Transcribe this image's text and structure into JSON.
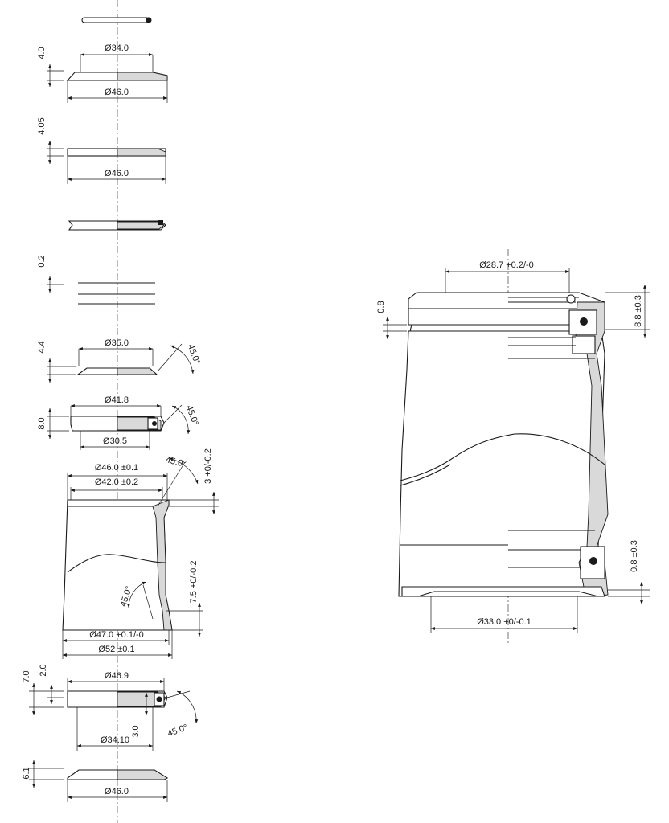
{
  "dimensions": {
    "top_cover_height": "4.0",
    "top_cover_inner_dia": "Ø34.0",
    "top_cover_outer_dia": "Ø46.0",
    "spacer_height": "4.05",
    "spacer_dia": "Ø46.0",
    "shim_height": "0.2",
    "upper_race_height": "4.4",
    "upper_race_dia": "Ø35.0",
    "upper_race_angle": "45.0°",
    "upper_bearing_dia": "Ø41.8",
    "upper_bearing_height": "8.0",
    "upper_bearing_angle": "45.0°",
    "upper_bearing_inner": "Ø30.5",
    "cup_dia_1": "Ø46.0 ±0.1",
    "cup_dia_2": "Ø42.0 ±0.2",
    "cup_angle_top": "45.0°",
    "cup_depth_top": "3 +0/-0.2",
    "cup_depth_bottom": "7.5 +0/-0.2",
    "cup_angle_bottom": "45.0°",
    "cup_dia_3": "Ø47.0 +0.1/-0",
    "cup_dia_4": "Ø52 ±0.1",
    "lower_bearing_total": "7.0",
    "lower_bearing_offset": "2.0",
    "lower_bearing_dia": "Ø46.9",
    "lower_bearing_inner_h": "3.0",
    "lower_bearing_inner_dia": "Ø34.10",
    "lower_bearing_angle": "45.0°",
    "crown_race_height": "6.1",
    "crown_race_dia": "Ø46.0",
    "assembly_top_dia": "Ø28.7 +0.2/-0",
    "assembly_top_gap": "0.8",
    "assembly_top_stack": "8.8 ±0.3",
    "assembly_bottom_stack": "0.8 ±0.3",
    "assembly_bottom_dia": "Ø33.0 +0/-0.1"
  }
}
